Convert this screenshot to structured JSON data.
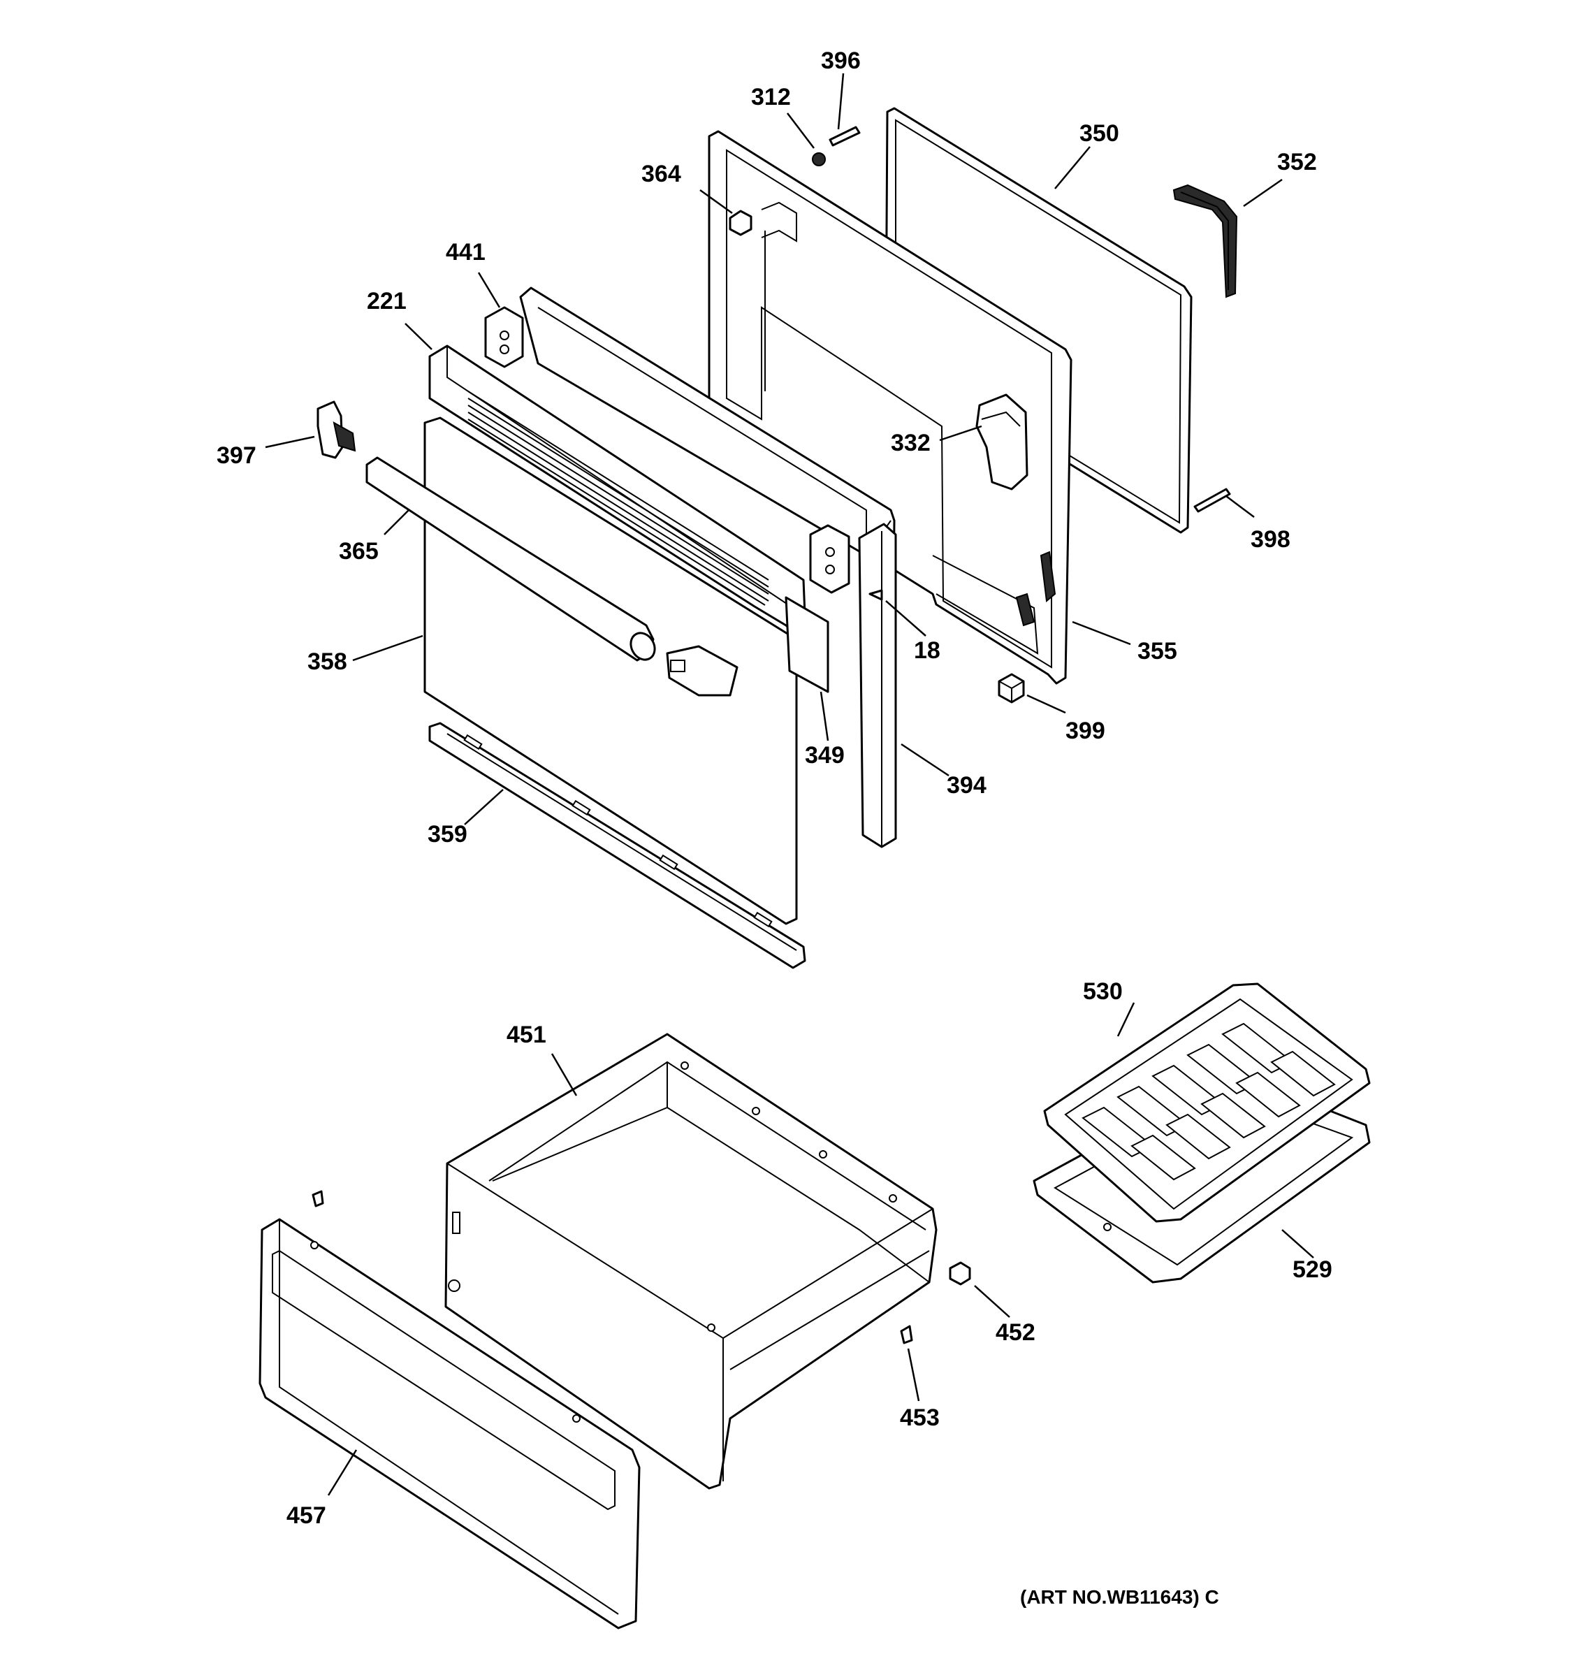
{
  "diagram": {
    "art_number": "(ART NO.WB11643) C",
    "parts": {
      "p396": "396",
      "p312": "312",
      "p350": "350",
      "p352": "352",
      "p364": "364",
      "p441": "441",
      "p221": "221",
      "p397": "397",
      "p332": "332",
      "p398": "398",
      "p365": "365",
      "p18": "18",
      "p355": "355",
      "p358": "358",
      "p399": "399",
      "p349": "349",
      "p394": "394",
      "p359": "359",
      "p530": "530",
      "p451": "451",
      "p529": "529",
      "p452": "452",
      "p453": "453",
      "p457": "457"
    }
  }
}
